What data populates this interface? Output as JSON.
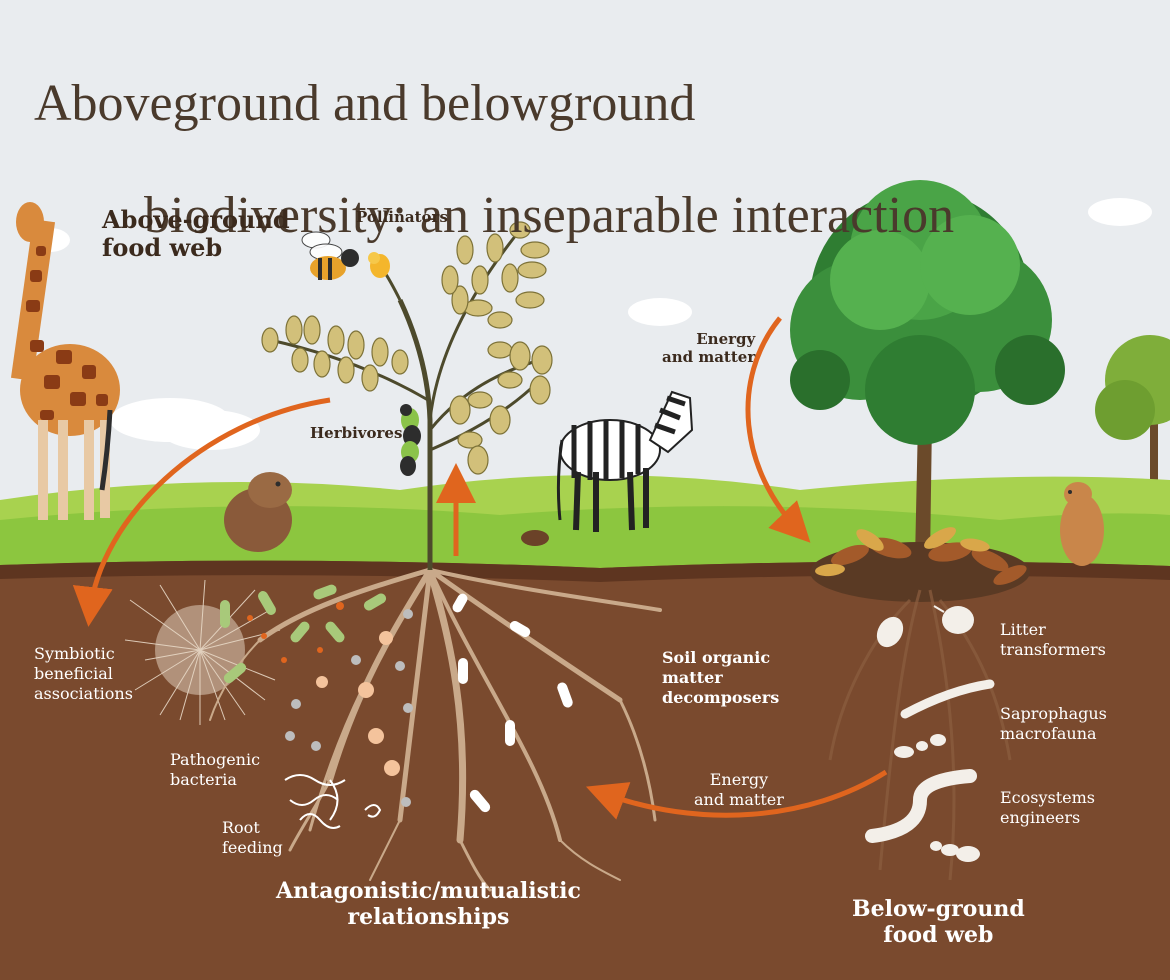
{
  "title": {
    "line1": "Aboveground and belowground",
    "line2": "biodiversity: an inseparable interaction"
  },
  "labels": {
    "above_food_web": "Above-ground\nfood web",
    "pollinators": "Pollinators",
    "herbivores": "Herbivores",
    "energy_matter_top": "Energy\nand matter",
    "symbiotic": "Symbiotic\nbeneficial\nassociations",
    "pathogenic": "Pathogenic\nbacteria",
    "root_feeding": "Root\nfeeding",
    "antagonistic": "Antagonistic/mutualistic\nrelationships",
    "soil_organic": "Soil organic\nmatter\ndecomposers",
    "energy_matter_bottom": "Energy\nand matter",
    "litter": "Litter\ntransformers",
    "saprophagus": "Saprophagus\nmacrofauna",
    "ecosystems": "Ecosystems\nengineers",
    "below_food_web": "Below-ground\nfood web"
  },
  "colors": {
    "sky": "#e9ecef",
    "grass": "#8cc63f",
    "soil": "#7a4a2e",
    "arrow": "#e0651e",
    "roots": "#c9a98a"
  },
  "icons": [
    "giraffe-icon",
    "bee-icon",
    "flower-icon",
    "plant-icon",
    "caterpillar-icon",
    "zebra-icon",
    "capybara-icon",
    "tree-icon",
    "prairie-dog-icon",
    "leaf-litter-icon",
    "woodlouse-icon",
    "millipede-icon",
    "ant-icon",
    "earthworm-icon",
    "termite-icon",
    "nematode-icon",
    "bacteria-icon",
    "fungal-hyphae-icon"
  ]
}
